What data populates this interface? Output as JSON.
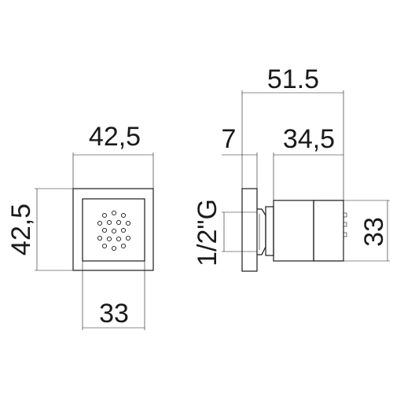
{
  "dimensions": {
    "front_width": "42,5",
    "front_height": "42,5",
    "inner_width": "33",
    "overall_depth": "51.5",
    "plate_thickness": "7",
    "body_depth": "34,5",
    "connection": "1/2\"G",
    "body_height": "33"
  }
}
